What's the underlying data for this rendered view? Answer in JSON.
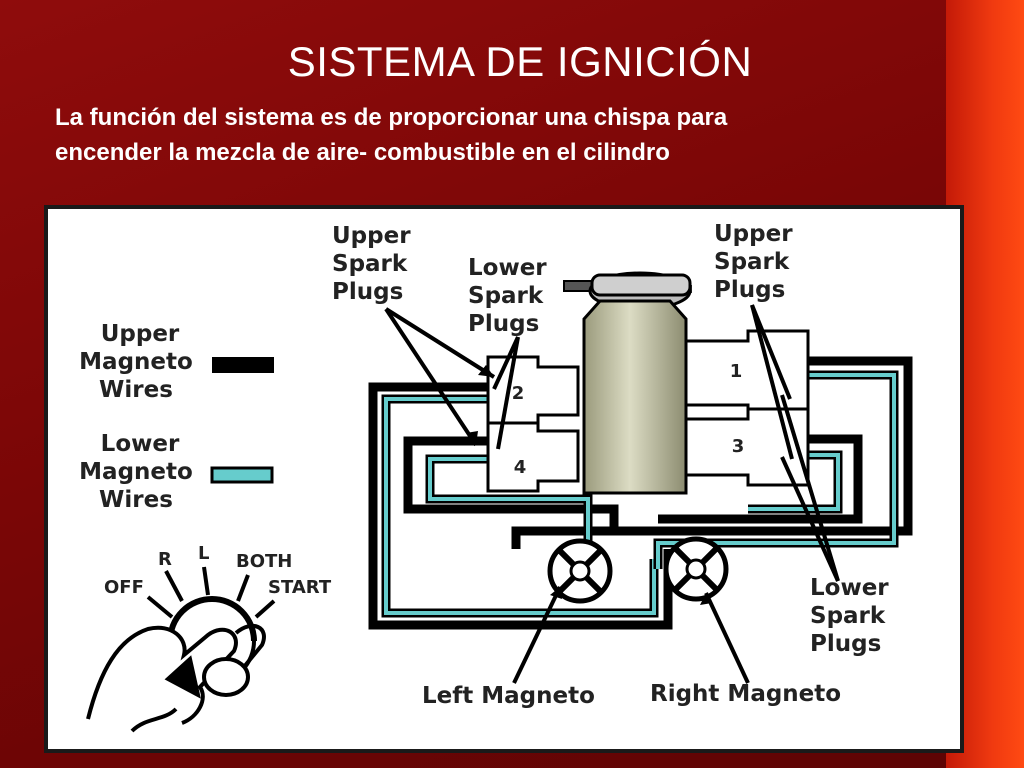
{
  "slide": {
    "title": "SISTEMA DE IGNICIÓN",
    "subtitle_line1": "La función del sistema es de proporcionar una chispa para",
    "subtitle_line2": "encender la mezcla de aire- combustible en el cilindro"
  },
  "diagram": {
    "legend": {
      "upper": [
        "Upper",
        "Magneto",
        "Wires"
      ],
      "lower": [
        "Lower",
        "Magneto",
        "Wires"
      ]
    },
    "callouts": {
      "upper_left": [
        "Upper",
        "Spark",
        "Plugs"
      ],
      "lower_left": [
        "Lower",
        "Spark",
        "Plugs"
      ],
      "upper_right": [
        "Upper",
        "Spark",
        "Plugs"
      ],
      "lower_right": [
        "Lower",
        "Spark",
        "Plugs"
      ],
      "left_magneto": "Left Magneto",
      "right_magneto": "Right Magneto"
    },
    "cylinders": [
      "1",
      "2",
      "3",
      "4"
    ],
    "switch": {
      "off": "OFF",
      "r": "R",
      "l": "L",
      "both": "BOTH",
      "start": "START"
    },
    "colors": {
      "upper_wire": "#000000",
      "lower_wire": "#66cccc",
      "crankcase": "#c8c8a8"
    }
  }
}
